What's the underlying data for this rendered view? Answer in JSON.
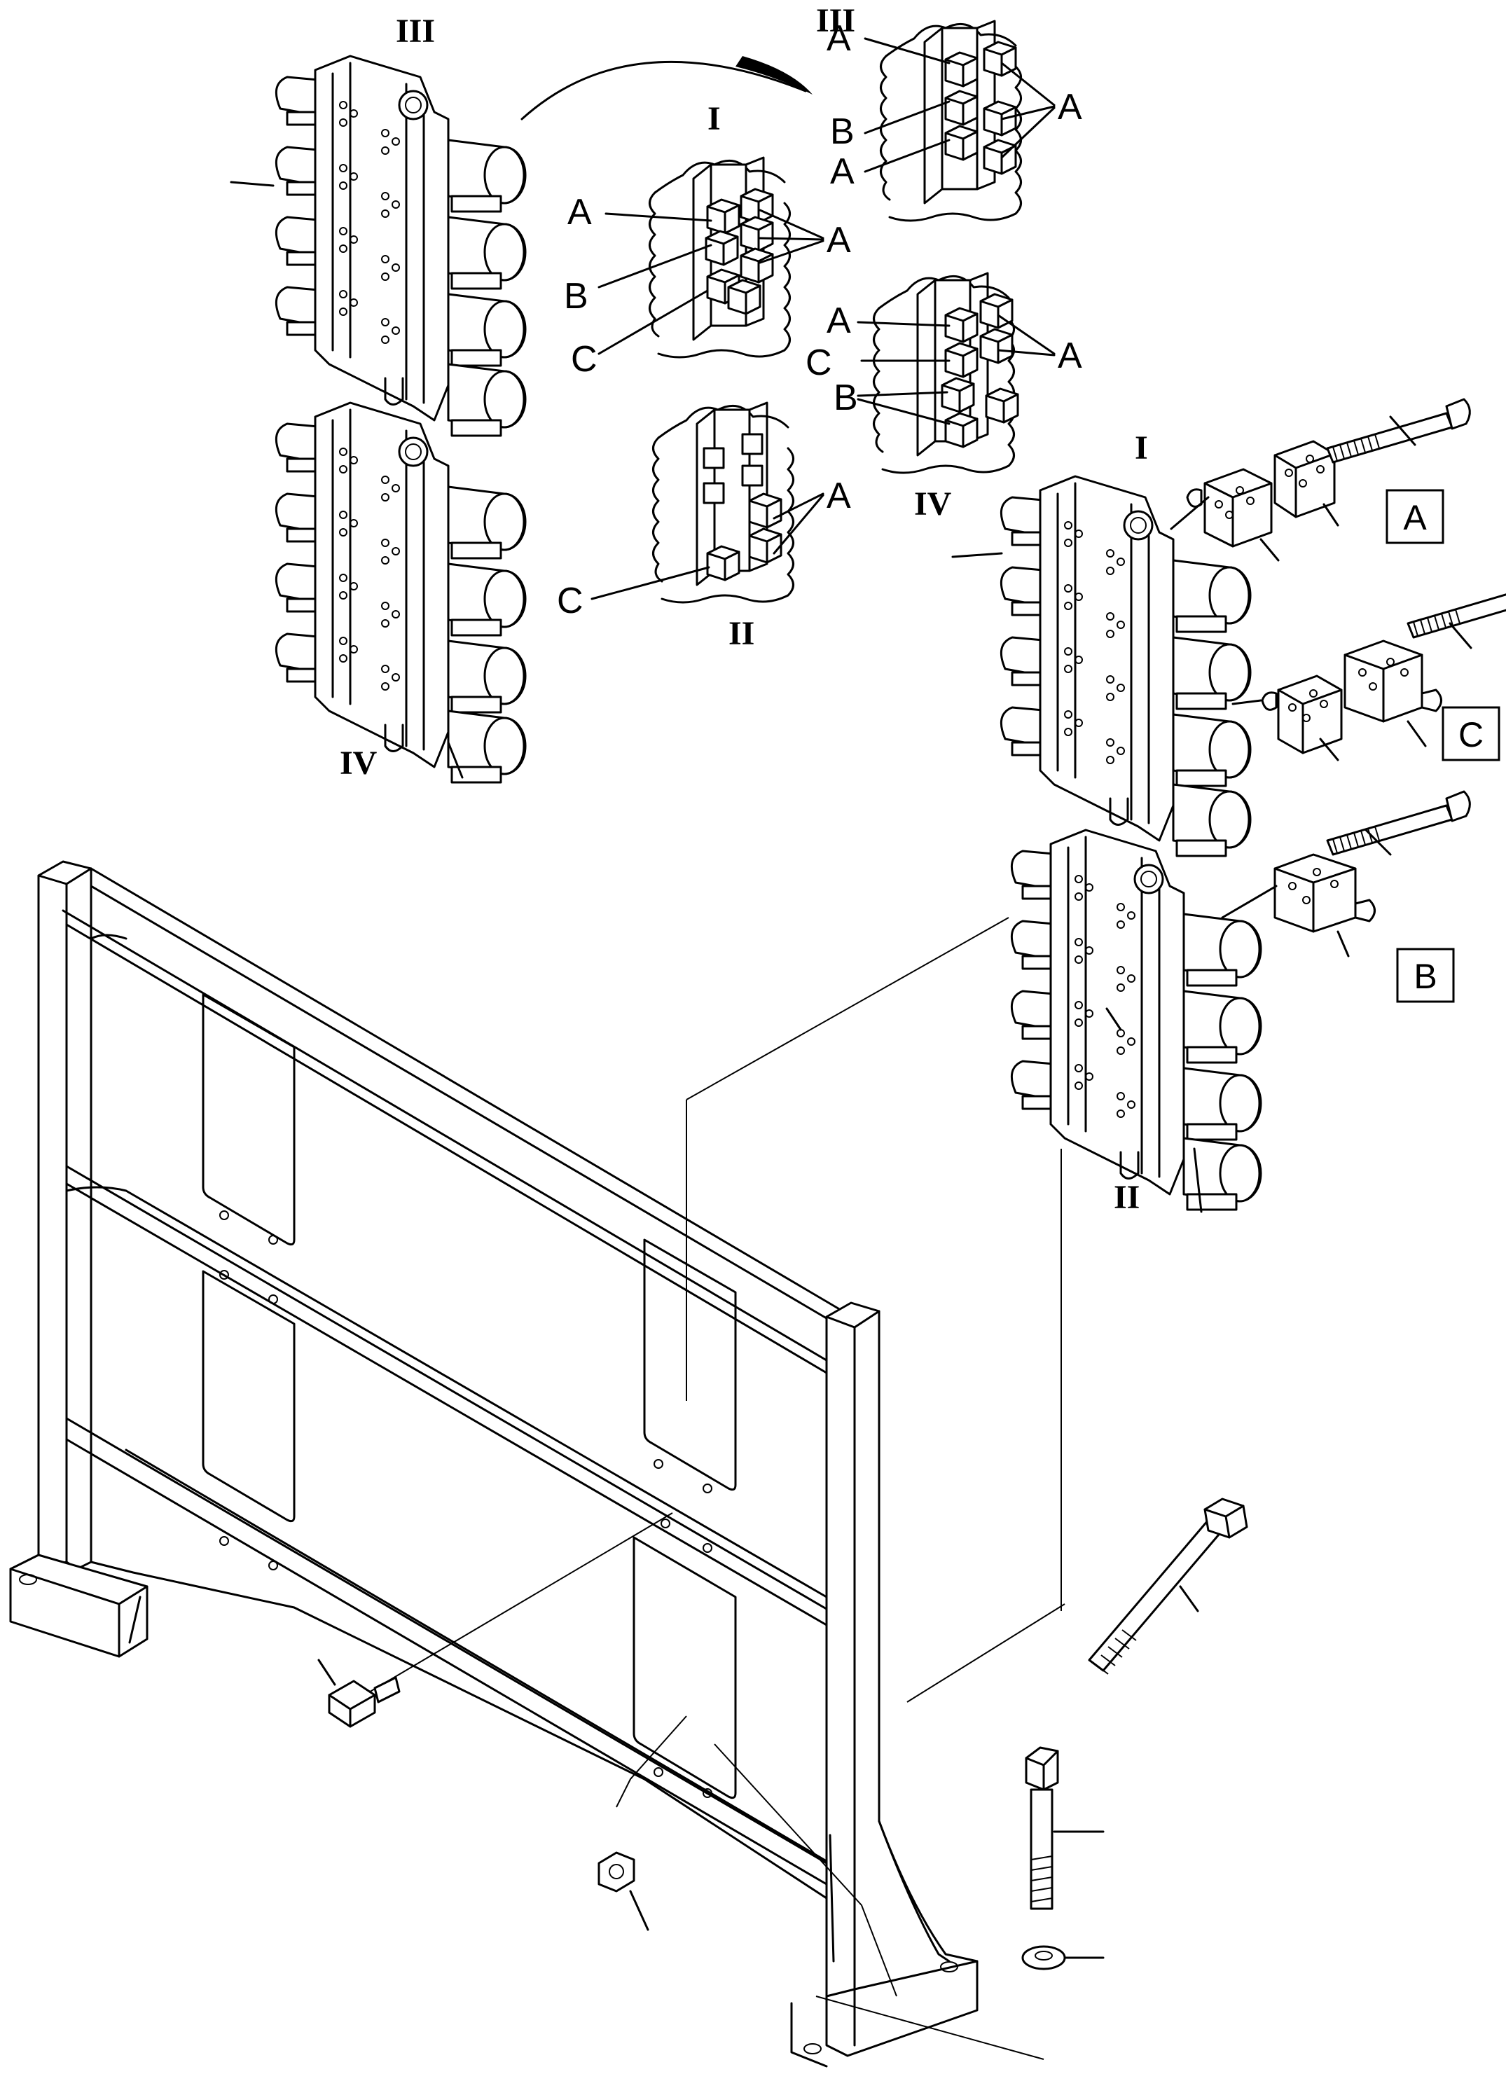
{
  "roman_labels": {
    "block_top_left": "III",
    "block_middle_left": "IV",
    "detail_top_right": "III",
    "detail_center": "I",
    "detail_bottom_center": "II",
    "detail_right": "IV",
    "block_right_upper": "I",
    "block_right_lower": "II"
  },
  "letter_labels": {
    "d3_a1": "A",
    "d3_b": "B",
    "d3_a2": "A",
    "d3_a3": "A",
    "d1_a1": "A",
    "d1_a2": "A",
    "d1_b": "B",
    "d1_c": "C",
    "d4_a1": "A",
    "d4_c": "C",
    "d4_b": "B",
    "d4_a2": "A",
    "d2_a": "A",
    "d2_c": "C"
  },
  "boxed_labels": {
    "kit_a": "A",
    "kit_c": "C",
    "kit_b": "B"
  }
}
